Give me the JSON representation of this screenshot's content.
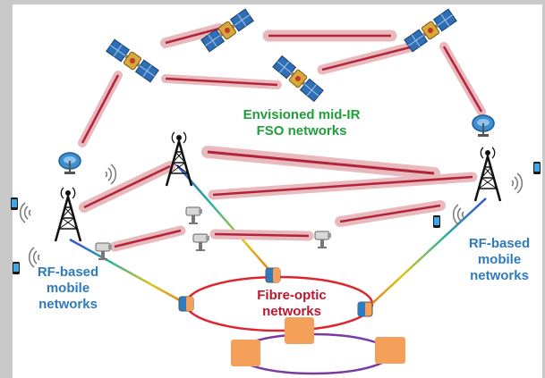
{
  "labels": {
    "fso": [
      "Envisioned mid-IR",
      "FSO networks"
    ],
    "rf_left": [
      "RF-based",
      "mobile",
      "networks"
    ],
    "rf_right": [
      "RF-based",
      "mobile",
      "networks"
    ],
    "fibre": [
      "Fibre-optic",
      "networks"
    ]
  },
  "colors": {
    "beam": "#b2243a",
    "beam_halo": "#e8b9bd",
    "fibre_red": "#e0242d",
    "fibre_purple": "#7a3aa0",
    "node_orange": "#f4a05a",
    "label_blue": "#2e7bc0",
    "label_green": "#1f9e3a",
    "label_red": "#c0152a"
  },
  "icons": [
    "satellite-icon",
    "dish-antenna-icon",
    "cell-tower-icon",
    "phone-icon",
    "wireless-waves-icon",
    "fso-transceiver-icon",
    "network-node-icon"
  ]
}
